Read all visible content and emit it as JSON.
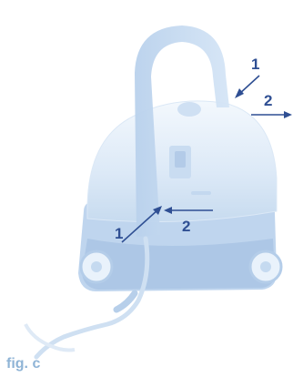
{
  "figure": {
    "caption": "fig. c",
    "callouts": {
      "upper_1": "1",
      "upper_2": "2",
      "lower_1": "1",
      "lower_2": "2"
    },
    "colors": {
      "ink": "#2f4f93",
      "caption": "#8fb4d6",
      "device_light": "#e8f1fb",
      "device_mid": "#c5daf0",
      "device_dark": "#a9c4e4"
    }
  }
}
